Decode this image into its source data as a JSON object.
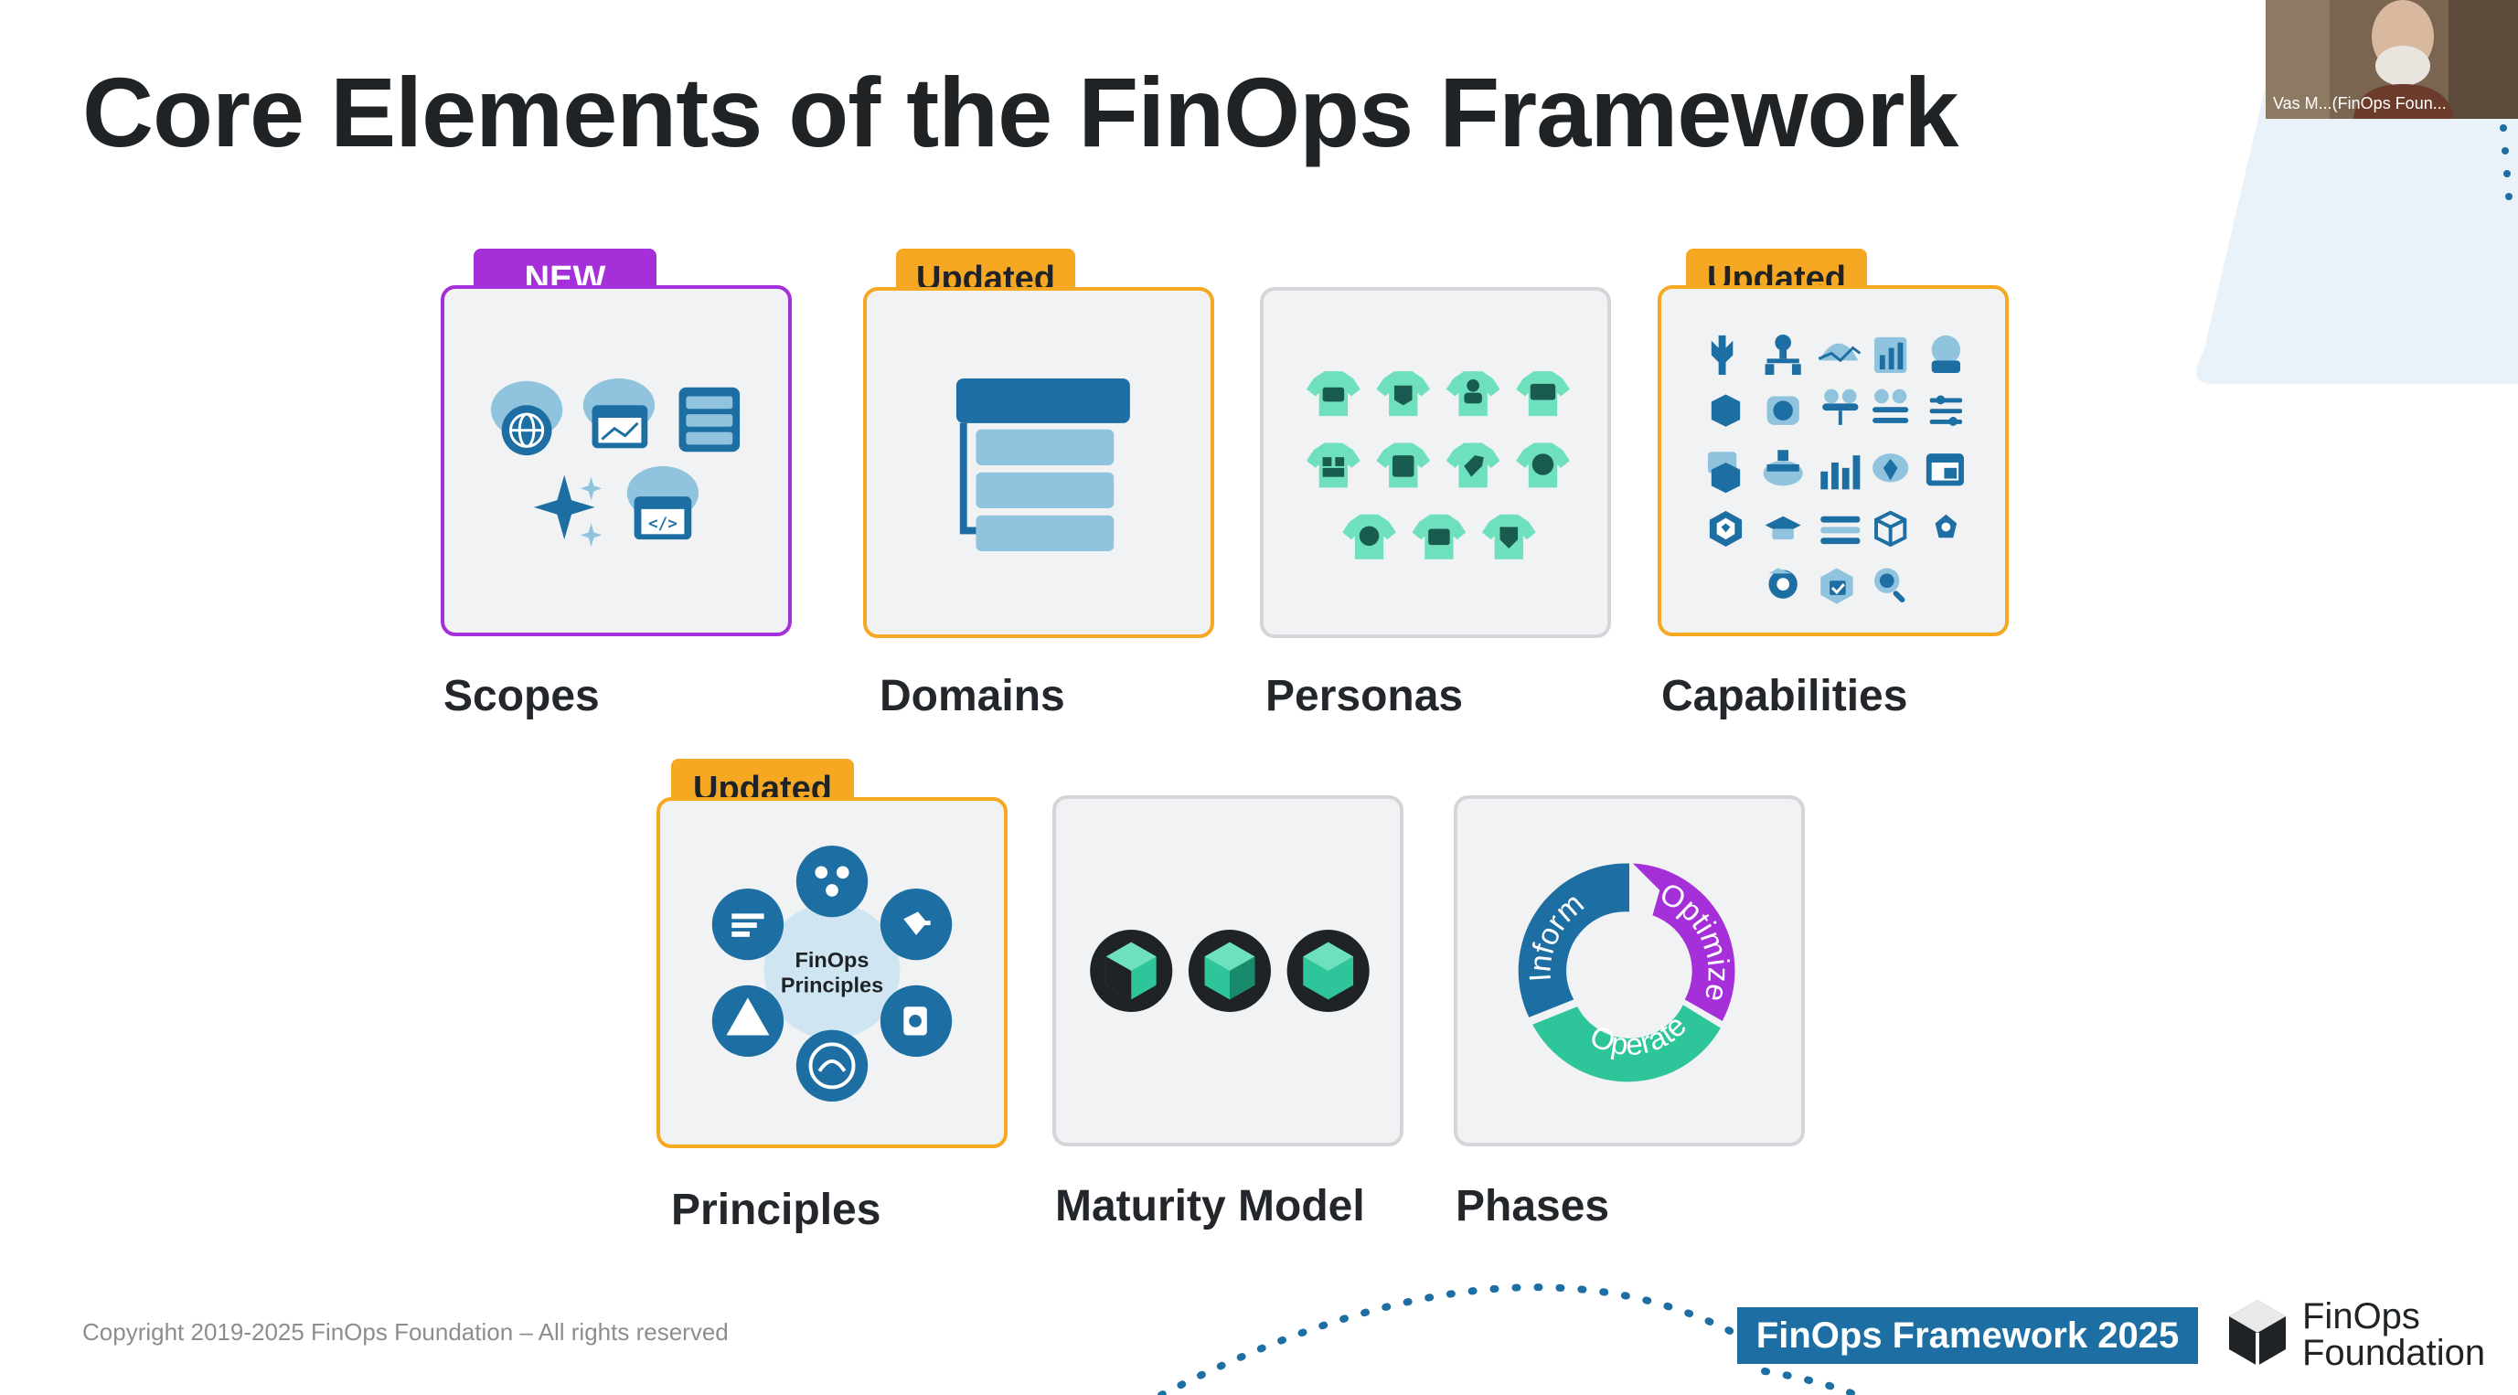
{
  "slide": {
    "title": "Core Elements of the FinOps Framework",
    "copyright": "Copyright 2019-2025 FinOps Foundation – All rights reserved",
    "framework_banner": "FinOps Framework 2025",
    "logo_line1": "FinOps",
    "logo_line2": "Foundation"
  },
  "video_call": {
    "participant_name": "Vas M...(FinOps Foun..."
  },
  "badges": {
    "new": "NEW",
    "updated": "Updated"
  },
  "cards": [
    {
      "label": "Scopes",
      "badge": "NEW"
    },
    {
      "label": "Domains",
      "badge": "Updated"
    },
    {
      "label": "Personas",
      "badge": ""
    },
    {
      "label": "Capabilities",
      "badge": "Updated"
    },
    {
      "label": "Principles",
      "badge": "Updated"
    },
    {
      "label": "Maturity Model",
      "badge": ""
    },
    {
      "label": "Phases",
      "badge": ""
    }
  ],
  "principles_center": {
    "line1": "FinOps",
    "line2": "Principles"
  },
  "phases": [
    "Inform",
    "Optimize",
    "Operate"
  ],
  "colors": {
    "purple": "#a52fd9",
    "orange": "#f7a823",
    "dark_blue": "#1d6fa3",
    "teal": "#2fc59a",
    "mint": "#6fe0bd"
  }
}
